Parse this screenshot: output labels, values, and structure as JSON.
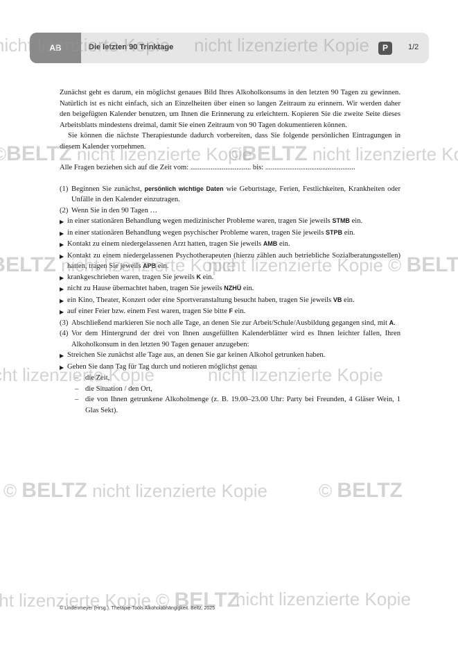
{
  "header": {
    "tab": "AB",
    "title": "Die letzten 90 Trinktage",
    "badge": "P",
    "page": "1/2"
  },
  "watermark": {
    "logo": "BELTZ",
    "text": "nicht lizenzierte Kopie",
    "symbol": "©"
  },
  "intro": {
    "p1": "Zunächst geht es darum, ein möglichst genaues Bild Ihres Alkoholkonsums in den letzten 90 Tagen zu gewinnen. Natürlich ist es nicht einfach, sich an Einzelheiten über einen so langen Zeitraum zu erinnern. Wir werden daher den beigefügten Kalender benutzen, um Ihnen die Erinnerung zu erleichtern. Kopieren Sie die zweite Seite dieses Arbeitsblatts mindestens dreimal, damit Sie einen Zeitraum von 90 Tagen dokumentieren können.",
    "p2": "Sie können die nächste Therapiestunde dadurch vorbereiten, dass Sie folgende persönlichen Eintragungen in diesem Kalender vornehmen.",
    "period": "Alle Fragen beziehen sich auf die Zeit vom: ................................. bis: ................................................."
  },
  "steps": {
    "s1_num": "(1)",
    "s1_pre": "Beginnen Sie zunächst, ",
    "s1_bold": "persönlich wichtige Daten",
    "s1_post": " wie Geburtstage, Ferien, Festlichkeiten, Krankheiten oder Unfälle in den Kalender einzutragen.",
    "s2_num": "(2)",
    "s2_text": "Wenn Sie in den 90 Tagen …",
    "bullets": [
      {
        "pre": "in einer stationären Behandlung wegen medizinischer Probleme waren, tragen Sie jeweils ",
        "code": "STMB",
        "post": " ein."
      },
      {
        "pre": "in einer stationären Behandlung wegen psychischer Probleme waren, tragen Sie jeweils ",
        "code": "STPB",
        "post": " ein."
      },
      {
        "pre": "Kontakt zu einem niedergelassenen Arzt hatten, tragen Sie jeweils ",
        "code": "AMB",
        "post": " ein."
      },
      {
        "pre": "Kontakt zu einem niedergelassenen Psychotherapeuten (hierzu zählen auch betriebliche Sozialberatungsstellen) hatten, tragen Sie jeweils ",
        "code": "APB",
        "post": " ein."
      },
      {
        "pre": "krankgeschrieben waren, tragen Sie jeweils ",
        "code": "K",
        "post": " ein."
      },
      {
        "pre": "nicht zu Hause übernachtet haben, tragen Sie jeweils ",
        "code": "NZHÜ",
        "post": " ein."
      },
      {
        "pre": "ein Kino, Theater, Konzert oder eine Sportveranstaltung besucht haben, tragen Sie jeweils ",
        "code": "VB",
        "post": " ein."
      },
      {
        "pre": "auf einer Feier bzw. einem Fest waren, tragen Sie bitte ",
        "code": "F",
        "post": " ein."
      }
    ],
    "s3_num": "(3)",
    "s3_pre": "Abschließend markieren Sie noch alle Tage, an denen Sie zur Arbeit/Schule/Ausbildung gegangen sind, mit ",
    "s3_code": "A",
    "s3_post": ".",
    "s4_num": "(4)",
    "s4_text": "Vor dem Hintergrund der drei von Ihnen ausgefüllten Kalenderblätter wird es Ihnen leichter fallen, Ihren Alkoholkonsum in den letzten 90 Tagen genauer anzugeben:",
    "s4_bullets": [
      "Streichen Sie zunächst alle Tage aus, an denen Sie gar keinen Alkohol getrunken haben.",
      "Gehen Sie dann Tag für Tag durch und notieren möglichst genau"
    ],
    "dashes": [
      "die Zeit,",
      "die Situation / den Ort,",
      "die von Ihnen getrunkene Alkoholmenge (z. B. 19.00–23.00 Uhr: Party bei Freunden, 4 Gläser Wein, 1 Glas Sekt)."
    ]
  },
  "footer": "© Lindenmeyer (Hrsg.). Therapie-Tools Alkoholabhängigkeit. Beltz, 2025"
}
